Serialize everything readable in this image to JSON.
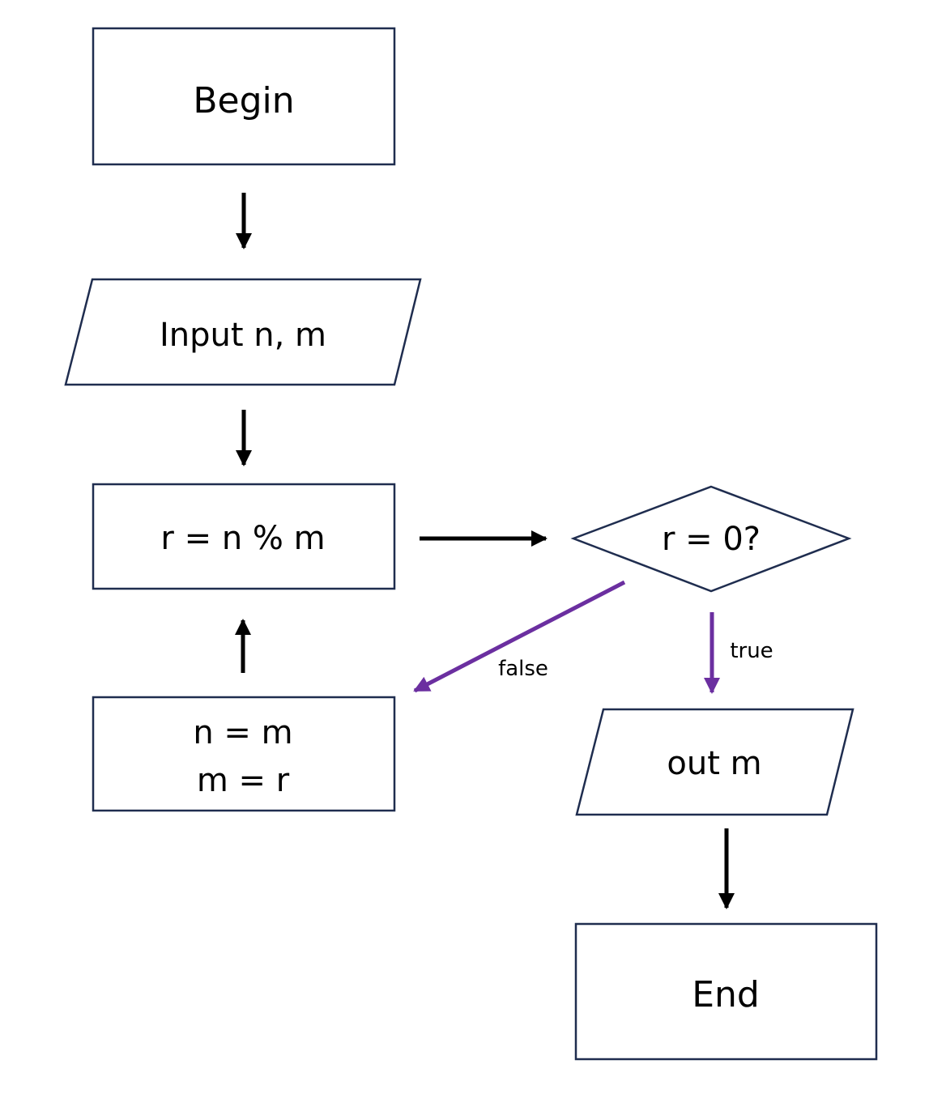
{
  "colors": {
    "node_border": "#1f2d4f",
    "arrow_default": "#000000",
    "arrow_branch": "#6b2fa0"
  },
  "nodes": {
    "begin": "Begin",
    "input": "Input n, m",
    "compute": "r = n % m",
    "decision": "r = 0?",
    "swap_line1": "n = m",
    "swap_line2": "m = r",
    "output": "out m",
    "end": "End"
  },
  "edge_labels": {
    "false": "false",
    "true": "true"
  }
}
